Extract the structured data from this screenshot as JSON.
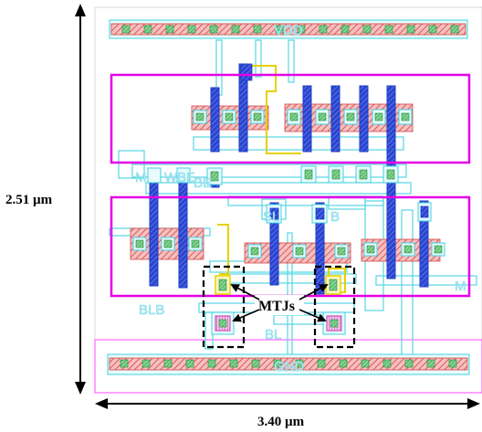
{
  "dimensions": {
    "height_label": "2.51 µm",
    "width_label": "3.40 µm"
  },
  "annotation": {
    "mtj_label": "MTJs"
  },
  "layout_labels": {
    "top_rail": "VDD",
    "bottom_rail": "GND",
    "left_top": "M",
    "left_middle": "WBE",
    "left_bottom": "BLB",
    "mid_label_1": "BE",
    "mid_label_2": "SL",
    "mid_label_3": "B",
    "mid_bottom": "BL",
    "right_label": "M"
  },
  "colors": {
    "well_outline": "#ff00ff",
    "metal1_hatch": "#ef6f6f",
    "contact": "#1f3fbf",
    "poly": "#4040ff",
    "cyan_wire": "#40d0e0",
    "yellow_wire": "#e6d000",
    "green_via": "#2aa84a",
    "dashed_box": "#000000"
  }
}
